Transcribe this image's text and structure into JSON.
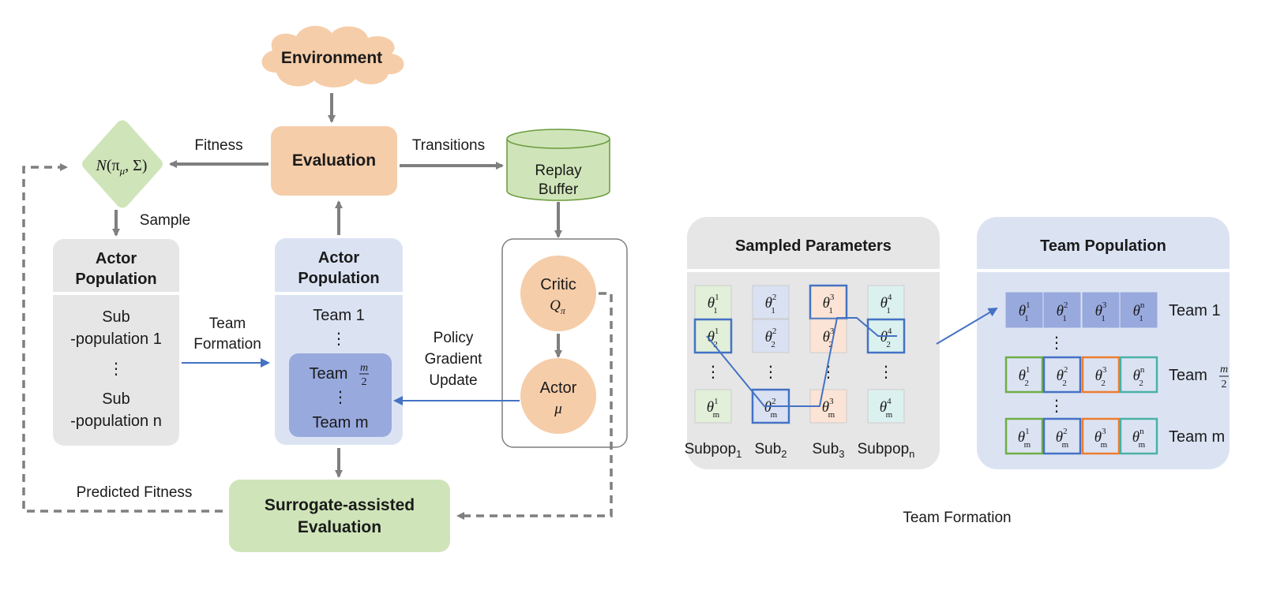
{
  "left": {
    "environment": "Environment",
    "evaluation": "Evaluation",
    "fitness": "Fitness",
    "transitions": "Transitions",
    "replay_buffer": [
      "Replay",
      "Buffer"
    ],
    "distribution": {
      "base": "N",
      "args": "(π",
      "sub": "μ",
      "rest": ", Σ)"
    },
    "sample": "Sample",
    "actor_population_left": {
      "title": [
        "Actor",
        "Population"
      ],
      "lines": [
        "Sub",
        "-population 1",
        "⋮",
        "Sub",
        "-population n"
      ]
    },
    "team_formation": [
      "Team",
      "Formation"
    ],
    "actor_population_mid": {
      "title": [
        "Actor",
        "Population"
      ],
      "team1": "Team 1",
      "dots1": "⋮",
      "team_m2_label": "Team",
      "team_m2_num": "m",
      "team_m2_den": "2",
      "dots2": "⋮",
      "team_m": "Team m"
    },
    "policy_gradient": [
      "Policy",
      "Gradient",
      "Update"
    ],
    "critic": {
      "label": "Critic",
      "sym": "Q",
      "sub": "π"
    },
    "actor": {
      "label": "Actor",
      "sym": "μ"
    },
    "predicted_fitness": "Predicted Fitness",
    "surrogate": [
      "Surrogate-assisted",
      "Evaluation"
    ]
  },
  "right": {
    "sampled_parameters": "Sampled Parameters",
    "team_population": "Team Population",
    "caption": "Team Formation",
    "subpops": [
      {
        "base": "Subpop",
        "sub": "1"
      },
      {
        "base": "Sub",
        "sub": "2"
      },
      {
        "base": "Sub",
        "sub": "3"
      },
      {
        "base": "Subpop",
        "sub": "n"
      }
    ],
    "team_labels": [
      {
        "text": "Team 1"
      },
      {
        "text": "Team",
        "num": "m",
        "den": "2"
      },
      {
        "text": "Team m"
      }
    ],
    "dots": "⋮",
    "theta": "θ"
  },
  "colors": {
    "orange": "#f5cda9",
    "green": "#cfe5b9",
    "blue_light": "#dbe3f3",
    "blue_mid": "#98a9de",
    "gray": "#e6e6e6",
    "arrow_gray": "#7f7f7f",
    "arrow_blue": "#4472c4"
  }
}
